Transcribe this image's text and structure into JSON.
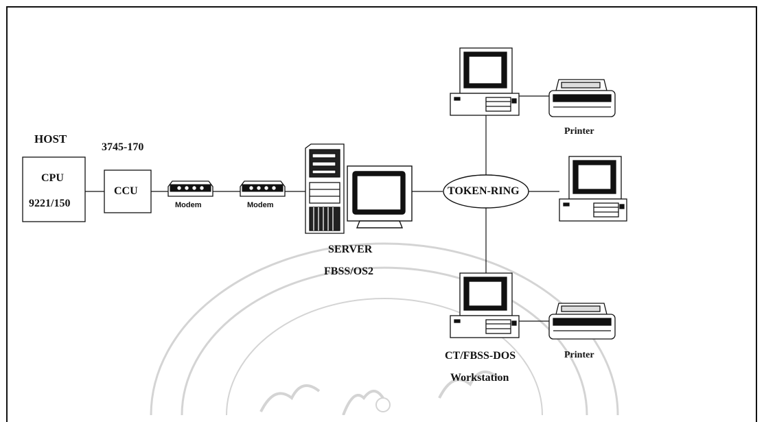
{
  "diagram": {
    "host_label": "HOST",
    "host_cpu": "CPU",
    "host_model": "9221/150",
    "ccu_model": "3745-170",
    "ccu_label": "CCU",
    "modem_left": "Modem",
    "modem_right": "Modem",
    "server_label": "SERVER",
    "server_os": "FBSS/OS2",
    "ring_label": "TOKEN-RING",
    "printer_top": "Printer",
    "printer_bottom": "Printer",
    "workstation_os": "CT/FBSS-DOS",
    "workstation_label": "Workstation"
  },
  "colors": {
    "ink": "#111111",
    "watermark": "#d9d9d9",
    "screen": "#1a1a1a"
  },
  "icons": [
    "computer-icon",
    "printer-icon",
    "modem-icon",
    "server-tower-icon",
    "monitor-icon",
    "university-seal-watermark"
  ]
}
